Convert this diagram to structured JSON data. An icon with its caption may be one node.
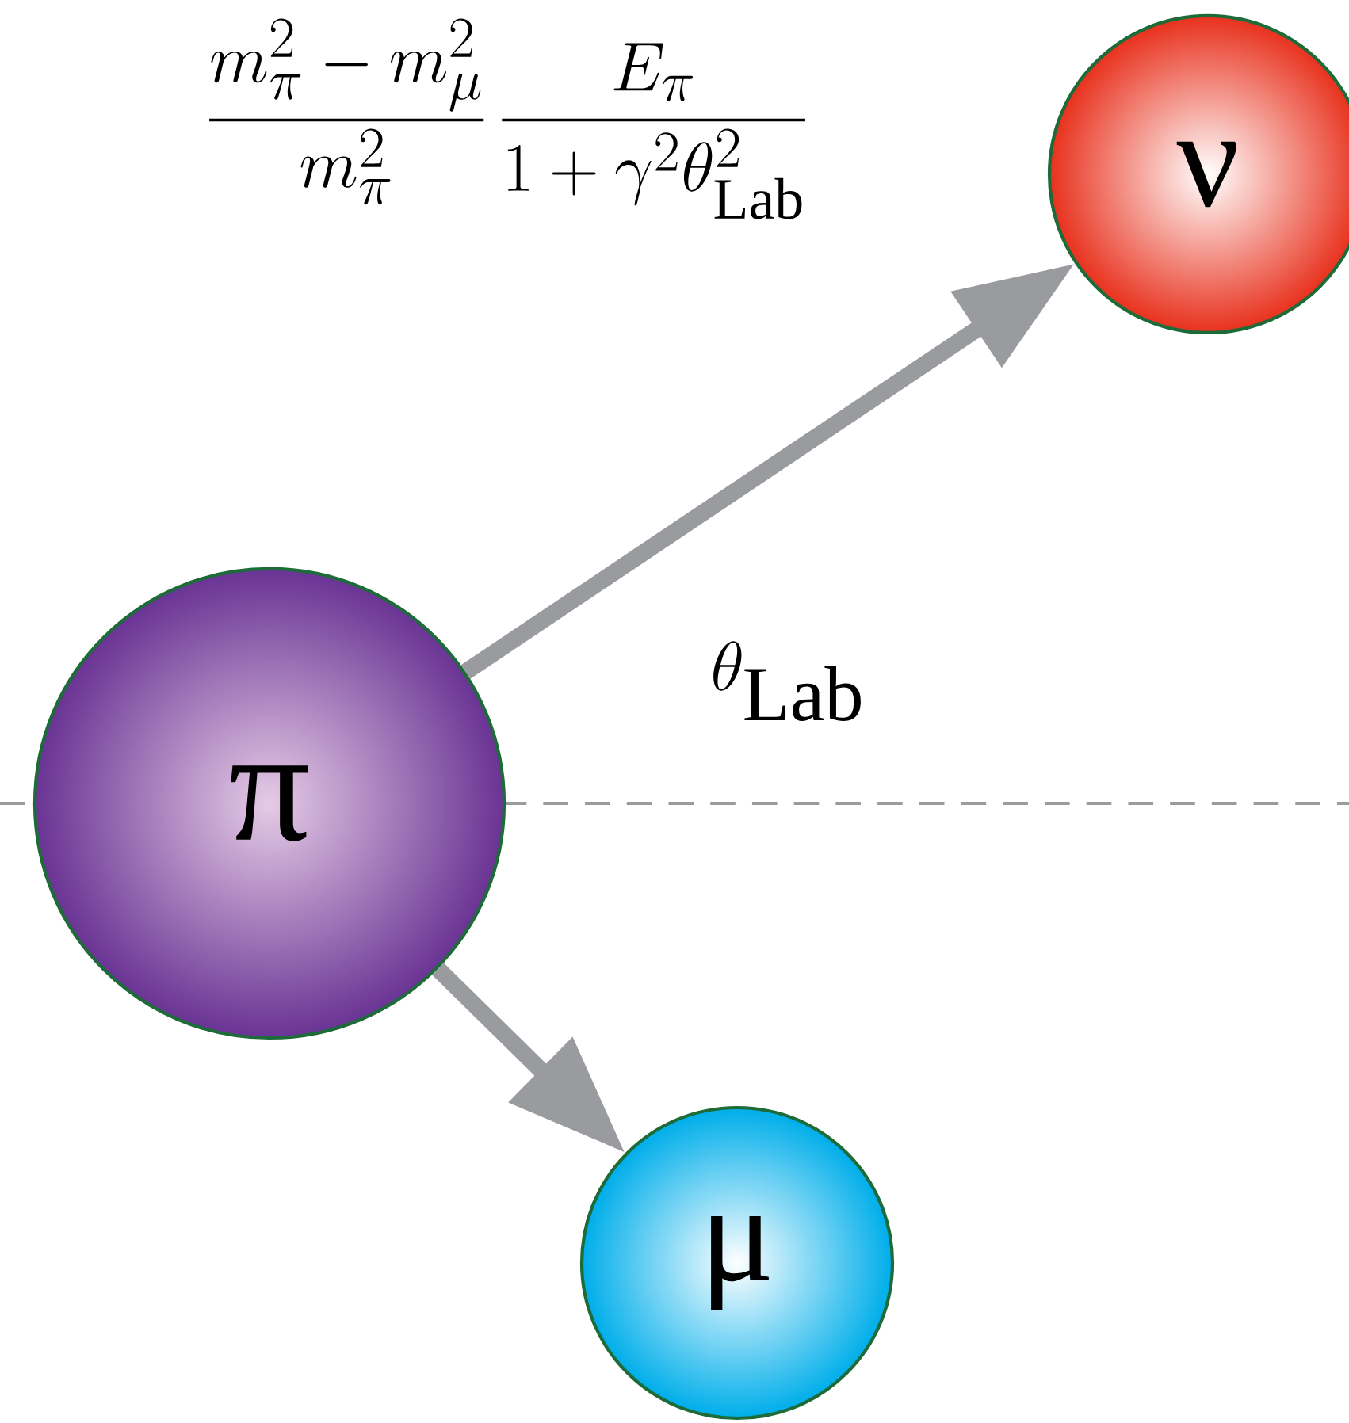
{
  "diagram": {
    "nodes": [
      {
        "text": [
          "ν"
        ]
      },
      {
        "text": [
          "π"
        ]
      },
      {
        "text": [
          "μ"
        ]
      }
    ],
    "edges": [
      {
        "from": 1,
        "to": 0,
        "arrow": "to"
      },
      {
        "from": 1,
        "to": 2,
        "arrow": "to"
      }
    ],
    "labels": [
      "\\frac{m_\\pi^2 - m_\\mu^2}{m_\\pi^2}\\,\\frac{E_\\pi}{1+\\gamma^2\\theta_{\\mathrm{Lab}}^2}",
      "\\theta_{\\mathrm{Lab}}"
    ]
  }
}
